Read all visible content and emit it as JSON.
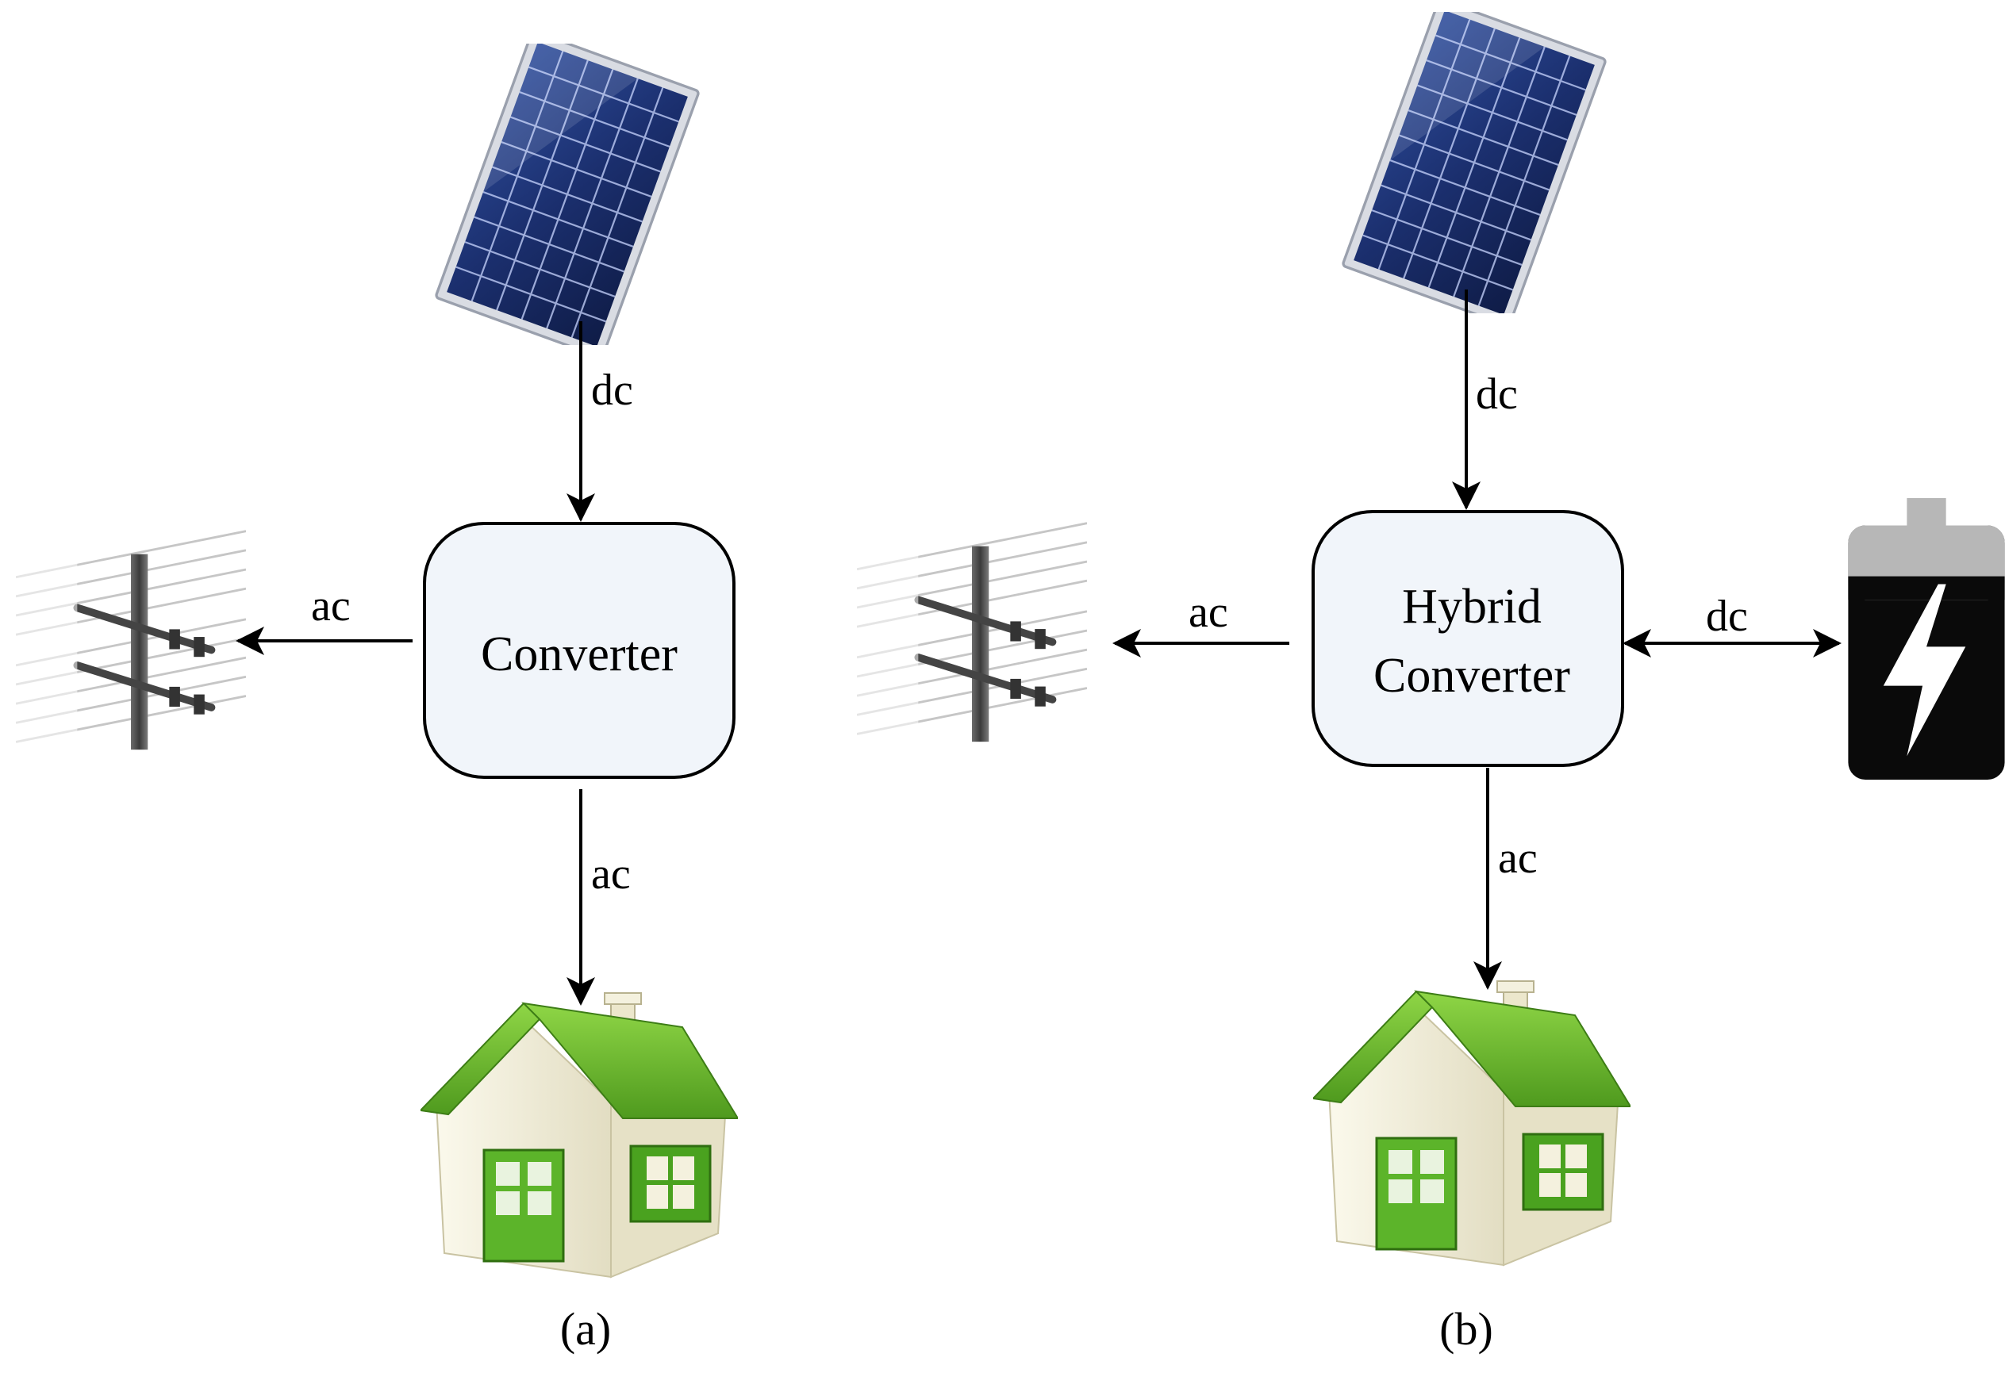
{
  "colors": {
    "box_fill": "#f1f5fa",
    "panel_blue": "#1b2f6e",
    "roof_green": "#6cbf2e",
    "house_wall": "#f4f1de",
    "battery_dark": "#0a0a0a",
    "battery_cap": "#b7b7b7"
  },
  "diagram_a": {
    "caption": "(a)",
    "converter_label": "Converter",
    "pv_to_converter": "dc",
    "converter_to_grid": "ac",
    "converter_to_home": "ac",
    "icons": [
      "solar-panel-icon",
      "power-pole-icon",
      "house-icon"
    ]
  },
  "diagram_b": {
    "caption": "(b)",
    "converter_label_line1": "Hybrid",
    "converter_label_line2": "Converter",
    "pv_to_converter": "dc",
    "converter_to_grid": "ac",
    "converter_to_battery": "dc",
    "converter_to_home": "ac",
    "icons": [
      "solar-panel-icon",
      "power-pole-icon",
      "house-icon",
      "battery-icon"
    ]
  }
}
